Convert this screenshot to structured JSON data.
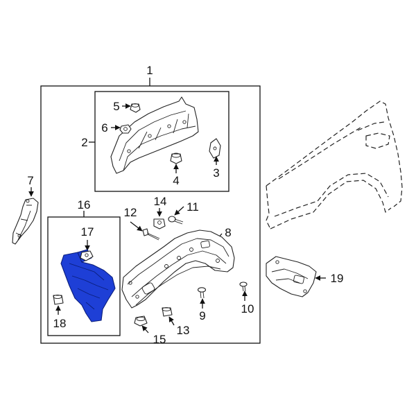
{
  "diagram": {
    "callouts": {
      "c1": "1",
      "c2": "2",
      "c3": "3",
      "c4": "4",
      "c5": "5",
      "c6": "6",
      "c7": "7",
      "c8": "8",
      "c9": "9",
      "c10": "10",
      "c11": "11",
      "c12": "12",
      "c13": "13",
      "c14": "14",
      "c15": "15",
      "c16": "16",
      "c17": "17",
      "c18": "18",
      "c19": "19"
    },
    "highlight_color": "#1e3fd6"
  }
}
